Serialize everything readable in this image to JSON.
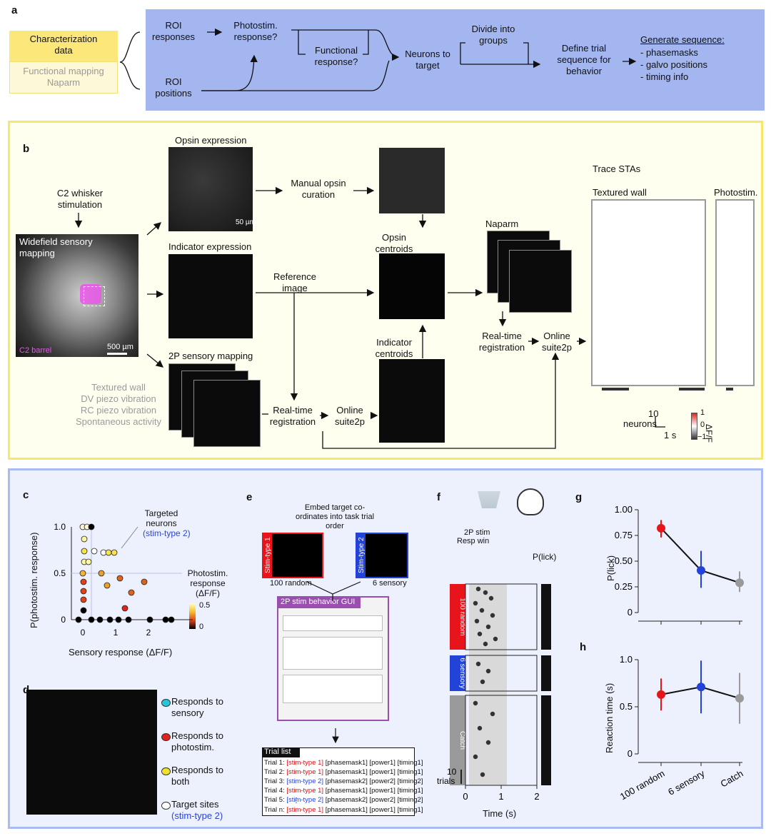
{
  "panel_a": {
    "letter": "a",
    "char_data": "Characterization data",
    "func_map": "Functional mapping",
    "naparm": "Naparm",
    "roi_responses": "ROI responses",
    "roi_positions": "ROI positions",
    "photostim_response": "Photostim. response?",
    "functional_response": "Functional response?",
    "neurons_to_target": "Neurons to target",
    "divide_groups": "Divide into groups",
    "define_trial": "Define trial sequence for behavior",
    "generate_title": "Generate sequence:",
    "generate_items": [
      "- phasemasks",
      "- galvo positions",
      "- timing info"
    ]
  },
  "panel_b": {
    "letter": "b",
    "c2_whisker": "C2 whisker stimulation",
    "widefield": "Widefield sensory mapping",
    "c2_barrel": "C2 barrel",
    "scale_500": "500 µm",
    "opsin_expression": "Opsin expression",
    "scale_50": "50 µm",
    "indicator_expression": "Indicator expression",
    "sensory_2p": "2P sensory mapping",
    "stim_list": [
      "Textured wall",
      "DV piezo vibration",
      "RC piezo vibration",
      "Spontaneous activity"
    ],
    "manual_opsin": "Manual opsin curation",
    "reference_image": "Reference image",
    "rt_registration_1": "Real-time registration",
    "online_suite_1": "Online suite2p",
    "opsin_centroids": "Opsin centroids",
    "indicator_centroids": "Indicator centroids",
    "naparm": "Naparm",
    "rt_registration_2": "Real-time registration",
    "online_suite_2": "Online suite2p",
    "trace_stas": "Trace STAs",
    "textured_wall": "Textured wall",
    "photostim": "Photostim.",
    "scale_neurons_val": "10",
    "scale_neurons": "neurons",
    "scale_time": "1 s",
    "cbar_max": "1",
    "cbar_mid": "0",
    "cbar_min": "−1",
    "cbar_label": "ΔF/F"
  },
  "panel_c": {
    "letter": "c",
    "ylabel": "P(photostim. response)",
    "xlabel": "Sensory response (ΔF/F)",
    "targeted_title": "Targeted neurons",
    "targeted_type": "(stim-type 2)",
    "photostim_label": "Photostim. response (ΔF/F)",
    "cbar_max": "0.5",
    "cbar_min": "0"
  },
  "panel_d": {
    "letter": "d",
    "legend": [
      {
        "label": "Responds to sensory",
        "color": "#27c7d8"
      },
      {
        "label": "Responds to photostim.",
        "color": "#e0231b"
      },
      {
        "label": "Responds to both",
        "color": "#f2e12c"
      },
      {
        "label": "Target sites",
        "sub": "(stim-type 2)",
        "color": "#ffffff"
      }
    ]
  },
  "panel_e": {
    "letter": "e",
    "embed_text": "Embed target co-ordinates into task trial order",
    "stim1": "Stim-type 1",
    "stim2": "Stim-type 2",
    "random_label": "100 random",
    "sensory_label": "6 sensory",
    "gui_title": "2P stim behavior GUI",
    "trial_list_title": "Trial list",
    "trials": [
      {
        "prefix": "Trial 1: ",
        "type": "[stim-type 1]",
        "mask": " [phasemask1] [power1] [timing1]",
        "color": "red"
      },
      {
        "prefix": "Trial 2: ",
        "type": "[stim-type 1]",
        "mask": " [phasemask1] [power1] [timing1]",
        "color": "red"
      },
      {
        "prefix": "Trial 3: ",
        "type": "[stim-type 2]",
        "mask": " [phasemask2] [power2] [timing2]",
        "color": "blue"
      },
      {
        "prefix": "Trial 4: ",
        "type": "[stim-type 1]",
        "mask": " [phasemask1] [power1] [timing1]",
        "color": "red"
      },
      {
        "prefix": "Trial 5: ",
        "type": "[stim-type 2]",
        "mask": " [phasemask2] [power2] [timing2]",
        "color": "blue"
      }
    ],
    "trial_dots": "⋮",
    "trial_n": {
      "prefix": "Trial n: ",
      "type": "[stim-type 1]",
      "mask": " [phasemask1] [power1] [timing1]",
      "color": "red"
    }
  },
  "panel_f": {
    "letter": "f",
    "stim_label": "2P stim",
    "resp_label": "Resp win",
    "plick": "P(lick)",
    "groups": [
      {
        "label": "100 random",
        "color": "#e8141b"
      },
      {
        "label": "6 sensory",
        "color": "#2242d8"
      },
      {
        "label": "Catch",
        "color": "#9a9a9a"
      }
    ],
    "scale_val": "10",
    "scale_unit": "trials",
    "xlabel": "Time (s)",
    "xticks": [
      "0",
      "1",
      "2"
    ]
  },
  "chart_data": [
    {
      "panel": "g",
      "type": "line",
      "categories": [
        "100 random",
        "6 sensory",
        "Catch"
      ],
      "values": [
        0.82,
        0.41,
        0.29
      ],
      "errors": [
        [
          0.73,
          0.9
        ],
        [
          0.24,
          0.6
        ],
        [
          0.2,
          0.4
        ]
      ],
      "colors": [
        "#e8141b",
        "#2242d8",
        "#9a9a9a"
      ],
      "ylabel": "P(lick)",
      "ylim": [
        0,
        1
      ],
      "yticks": [
        "0",
        "0.25",
        "0.50",
        "0.75",
        "1.00"
      ]
    },
    {
      "panel": "h",
      "type": "line",
      "categories": [
        "100 random",
        "6 sensory",
        "Catch"
      ],
      "values": [
        0.63,
        0.71,
        0.59
      ],
      "errors": [
        [
          0.46,
          0.8
        ],
        [
          0.43,
          0.99
        ],
        [
          0.32,
          0.86
        ]
      ],
      "colors": [
        "#e8141b",
        "#2242d8",
        "#9a9a9a"
      ],
      "ylabel": "Reaction time (s)",
      "ylim": [
        0,
        1
      ],
      "yticks": [
        "0",
        "0.5",
        "1.0"
      ]
    }
  ]
}
